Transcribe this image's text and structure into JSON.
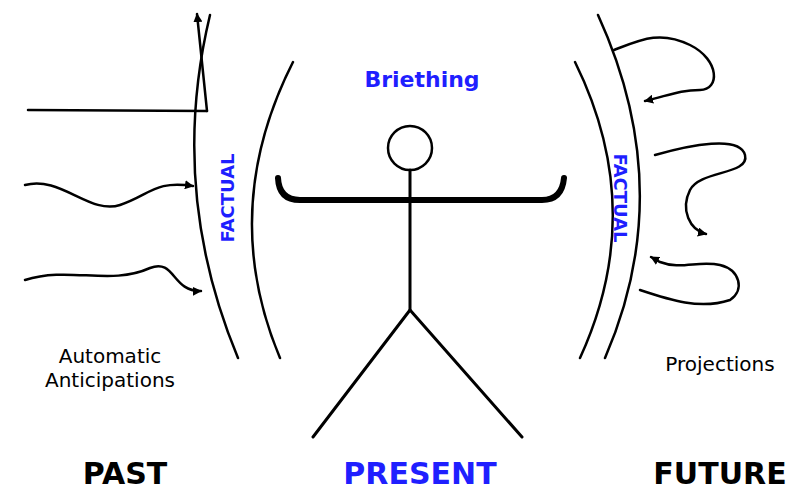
{
  "diagram": {
    "labels": [
      "Briething",
      "FACTUAL",
      "FACTUAL",
      "Automatic Anticipations",
      "Projections",
      "PAST",
      "PRESENT",
      "FUTURE"
    ]
  }
}
